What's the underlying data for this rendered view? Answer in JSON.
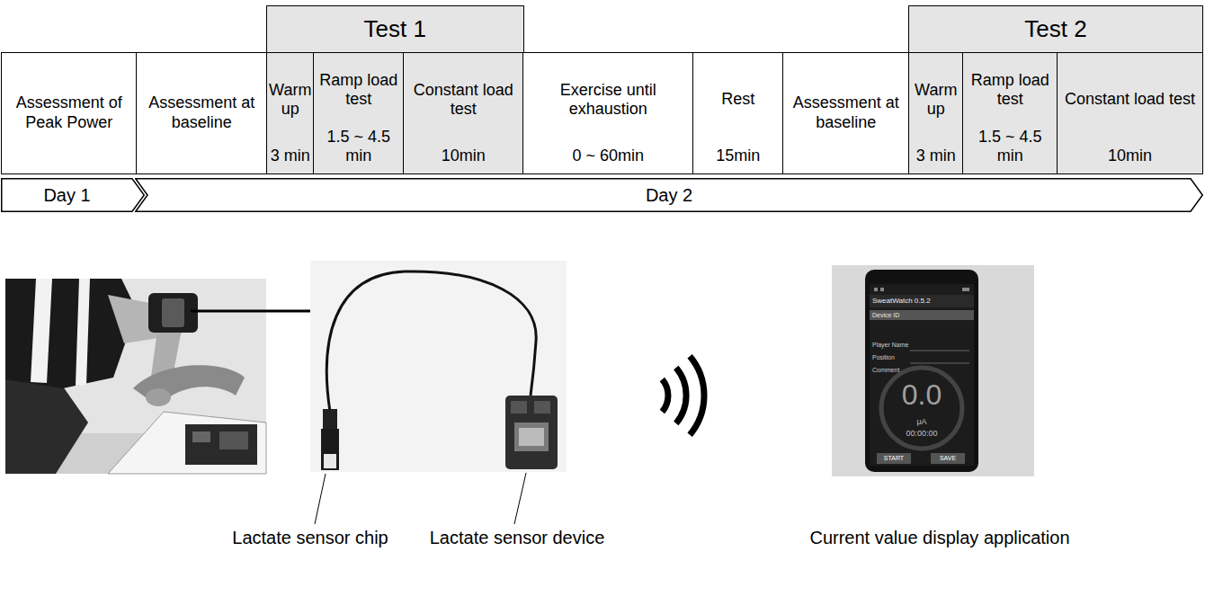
{
  "diagram": {
    "nodes": [
      {
        "text": [
          "Test 1"
        ]
      },
      {
        "text": [
          "Test 2"
        ]
      },
      {
        "text": [
          "Assessment of Peak Power"
        ]
      },
      {
        "text": [
          "Assessment at baseline"
        ]
      },
      {
        "text": [
          "Warm up",
          "3 min"
        ]
      },
      {
        "text": [
          "Ramp load test",
          "1.5 ~ 4.5 min"
        ]
      },
      {
        "text": [
          "Constant load test",
          "10min"
        ]
      },
      {
        "text": [
          "Exercise until exhaustion",
          "0 ~ 60min"
        ]
      },
      {
        "text": [
          "Rest",
          "15min"
        ]
      },
      {
        "text": [
          "Assessment at baseline"
        ]
      },
      {
        "text": [
          "Warm up",
          "3 min"
        ]
      },
      {
        "text": [
          "Ramp load test",
          "1.5 ~ 4.5 min"
        ]
      },
      {
        "text": [
          "Constant load test",
          "10min"
        ]
      },
      {
        "text": [
          "Day 1"
        ]
      },
      {
        "text": [
          "Day 2"
        ]
      }
    ],
    "labels": [
      "SweatWatch 0.5.2",
      "Device ID",
      "Player Name",
      "Position",
      "Comment",
      "0.0",
      "μA",
      "00:00:00",
      "START",
      "SAVE",
      "Lactate sensor chip",
      "Lactate sensor device",
      "Current value display application"
    ]
  }
}
